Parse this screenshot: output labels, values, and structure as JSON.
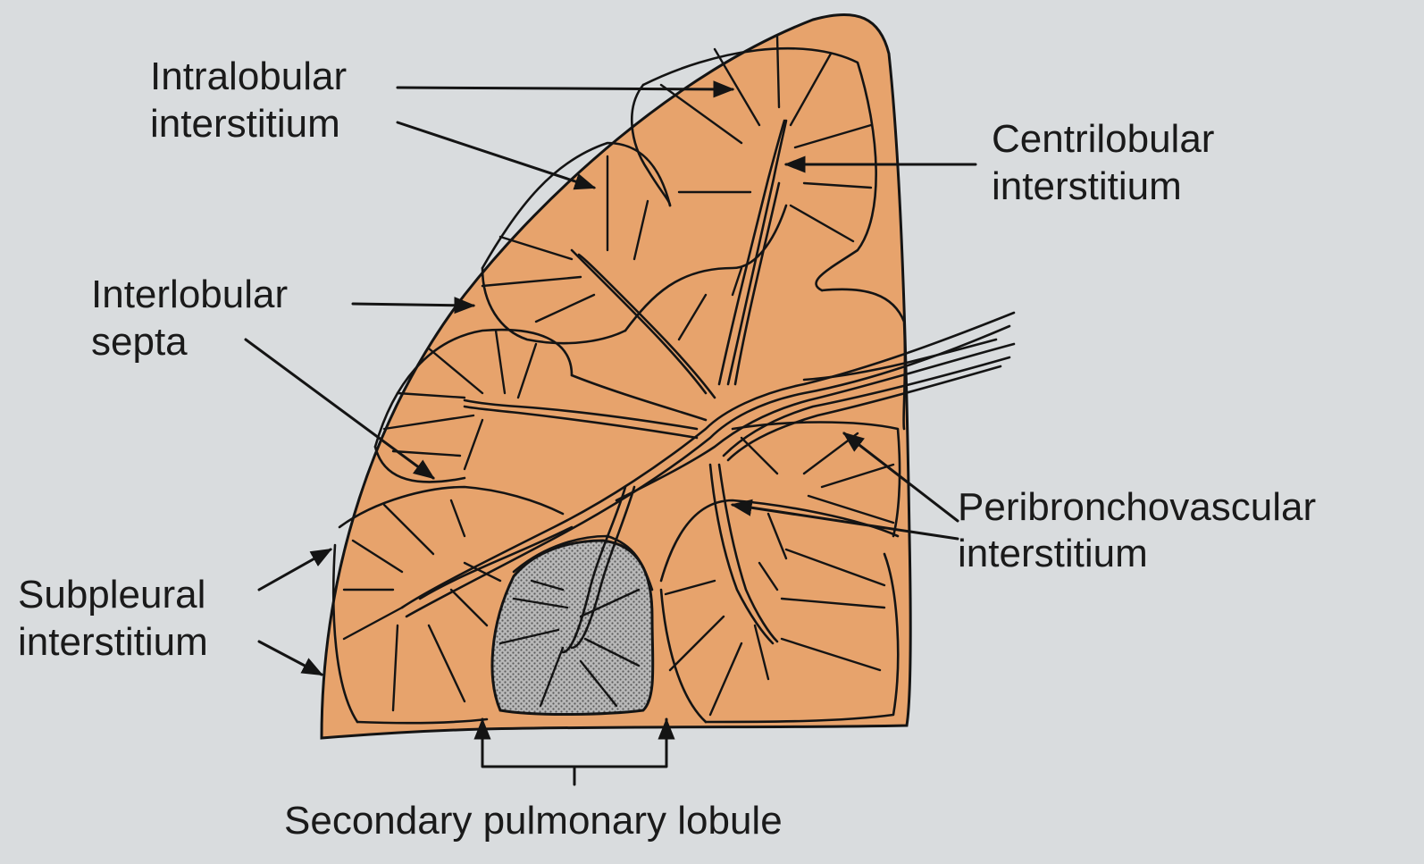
{
  "labels": {
    "intralobular": [
      "Intralobular",
      "interstitium"
    ],
    "centrilobular": [
      "Centrilobular",
      "interstitium"
    ],
    "interlobular": [
      "Interlobular",
      "septa"
    ],
    "peribronchovascular": [
      "Peribronchovascular",
      "interstitium"
    ],
    "subpleural": [
      "Subpleural",
      "interstitium"
    ],
    "secondary_lobule": "Secondary pulmonary lobule"
  },
  "colors": {
    "background": "#d9dcde",
    "lung_fill": "#e7a36c",
    "ink": "#141414",
    "lobule_fill": "#a9a9a9"
  }
}
